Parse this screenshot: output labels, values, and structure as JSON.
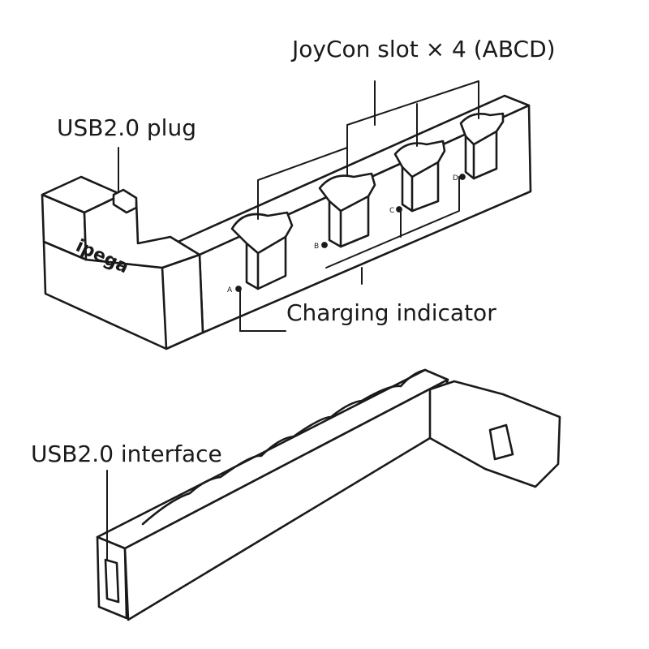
{
  "labels": {
    "joycon_slots": "JoyCon slot × 4 (ABCD)",
    "usb_plug": "USB2.0 plug",
    "charging_indicator": "Charging indicator",
    "usb_interface": "USB2.0 interface"
  },
  "brand": "ipega",
  "slot_letters": [
    "A",
    "B",
    "C",
    "D"
  ],
  "colors": {
    "line": "#1a1a1a",
    "fill": "#ffffff"
  }
}
